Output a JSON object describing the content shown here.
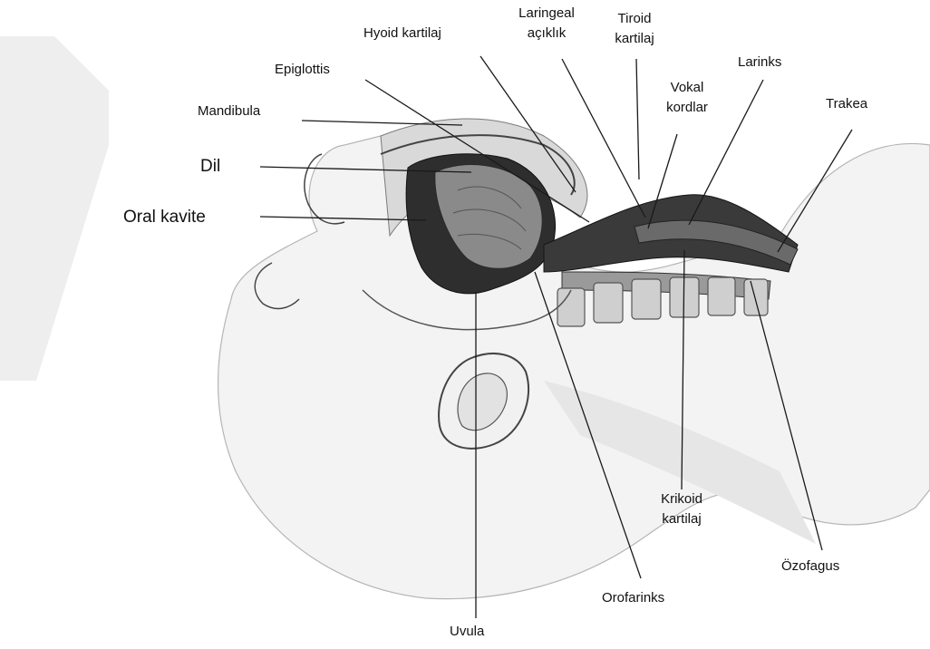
{
  "labels": {
    "mandibula": "Mandibula",
    "epiglottis": "Epiglottis",
    "hyoid": "Hyoid kartilaj",
    "laringeal_line1": "Laringeal",
    "laringeal_line2": "açıklık",
    "tiroid_line1": "Tiroid",
    "tiroid_line2": "kartilaj",
    "vokal_line1": "Vokal",
    "vokal_line2": "kordlar",
    "larinks": "Larinks",
    "trakea": "Trakea",
    "dil": "Dil",
    "oral_kavite": "Oral kavite",
    "krikoid_line1": "Krikoid",
    "krikoid_line2": "kartilaj",
    "ozofagus": "Özofagus",
    "orofarinks": "Orofarinks",
    "uvula": "Uvula"
  },
  "colors": {
    "ink": "#1a1a1a",
    "shade": "#5a5a5a",
    "cavity": "#2b2b2b",
    "skin": "#f4f4f4",
    "watermark": "#ececec"
  }
}
